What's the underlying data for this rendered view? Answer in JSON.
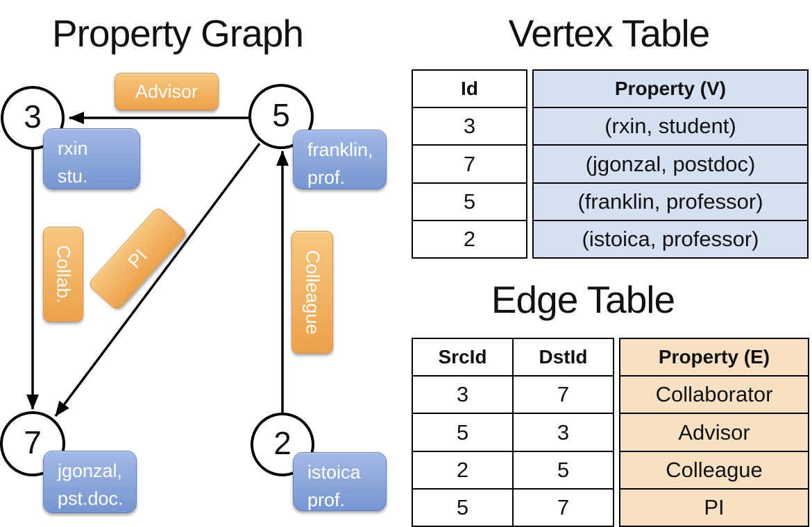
{
  "graph": {
    "title": "Property Graph",
    "nodes": {
      "n3": {
        "id": "3",
        "line1": "rxin",
        "line2": "stu."
      },
      "n5": {
        "id": "5",
        "line1": "franklin,",
        "line2": "prof."
      },
      "n7": {
        "id": "7",
        "line1": "jgonzal,",
        "line2": "pst.doc."
      },
      "n2": {
        "id": "2",
        "line1": "istoica",
        "line2": "prof."
      }
    },
    "edge_labels": {
      "advisor": "Advisor",
      "collab": "Collab.",
      "pi": "PI",
      "colleague": "Colleague"
    }
  },
  "vertex_table": {
    "title": "Vertex Table",
    "columns": {
      "id": "Id",
      "property": "Property (V)"
    },
    "rows": [
      {
        "id": "3",
        "property": "(rxin, student)"
      },
      {
        "id": "7",
        "property": "(jgonzal, postdoc)"
      },
      {
        "id": "5",
        "property": "(franklin, professor)"
      },
      {
        "id": "2",
        "property": "(istoica, professor)"
      }
    ]
  },
  "edge_table": {
    "title": "Edge Table",
    "columns": {
      "src": "SrcId",
      "dst": "DstId",
      "property": "Property (E)"
    },
    "rows": [
      {
        "src": "3",
        "dst": "7",
        "property": "Collaborator"
      },
      {
        "src": "5",
        "dst": "3",
        "property": "Advisor"
      },
      {
        "src": "2",
        "dst": "5",
        "property": "Colleague"
      },
      {
        "src": "5",
        "dst": "7",
        "property": "PI"
      }
    ]
  },
  "colors": {
    "edge_label_orange": "#f0a851",
    "vertex_label_blue": "#87a3d9",
    "vertex_cell_bg": "#d5e0f2",
    "edge_cell_bg": "#f8e1c3",
    "line_black": "#000000"
  }
}
